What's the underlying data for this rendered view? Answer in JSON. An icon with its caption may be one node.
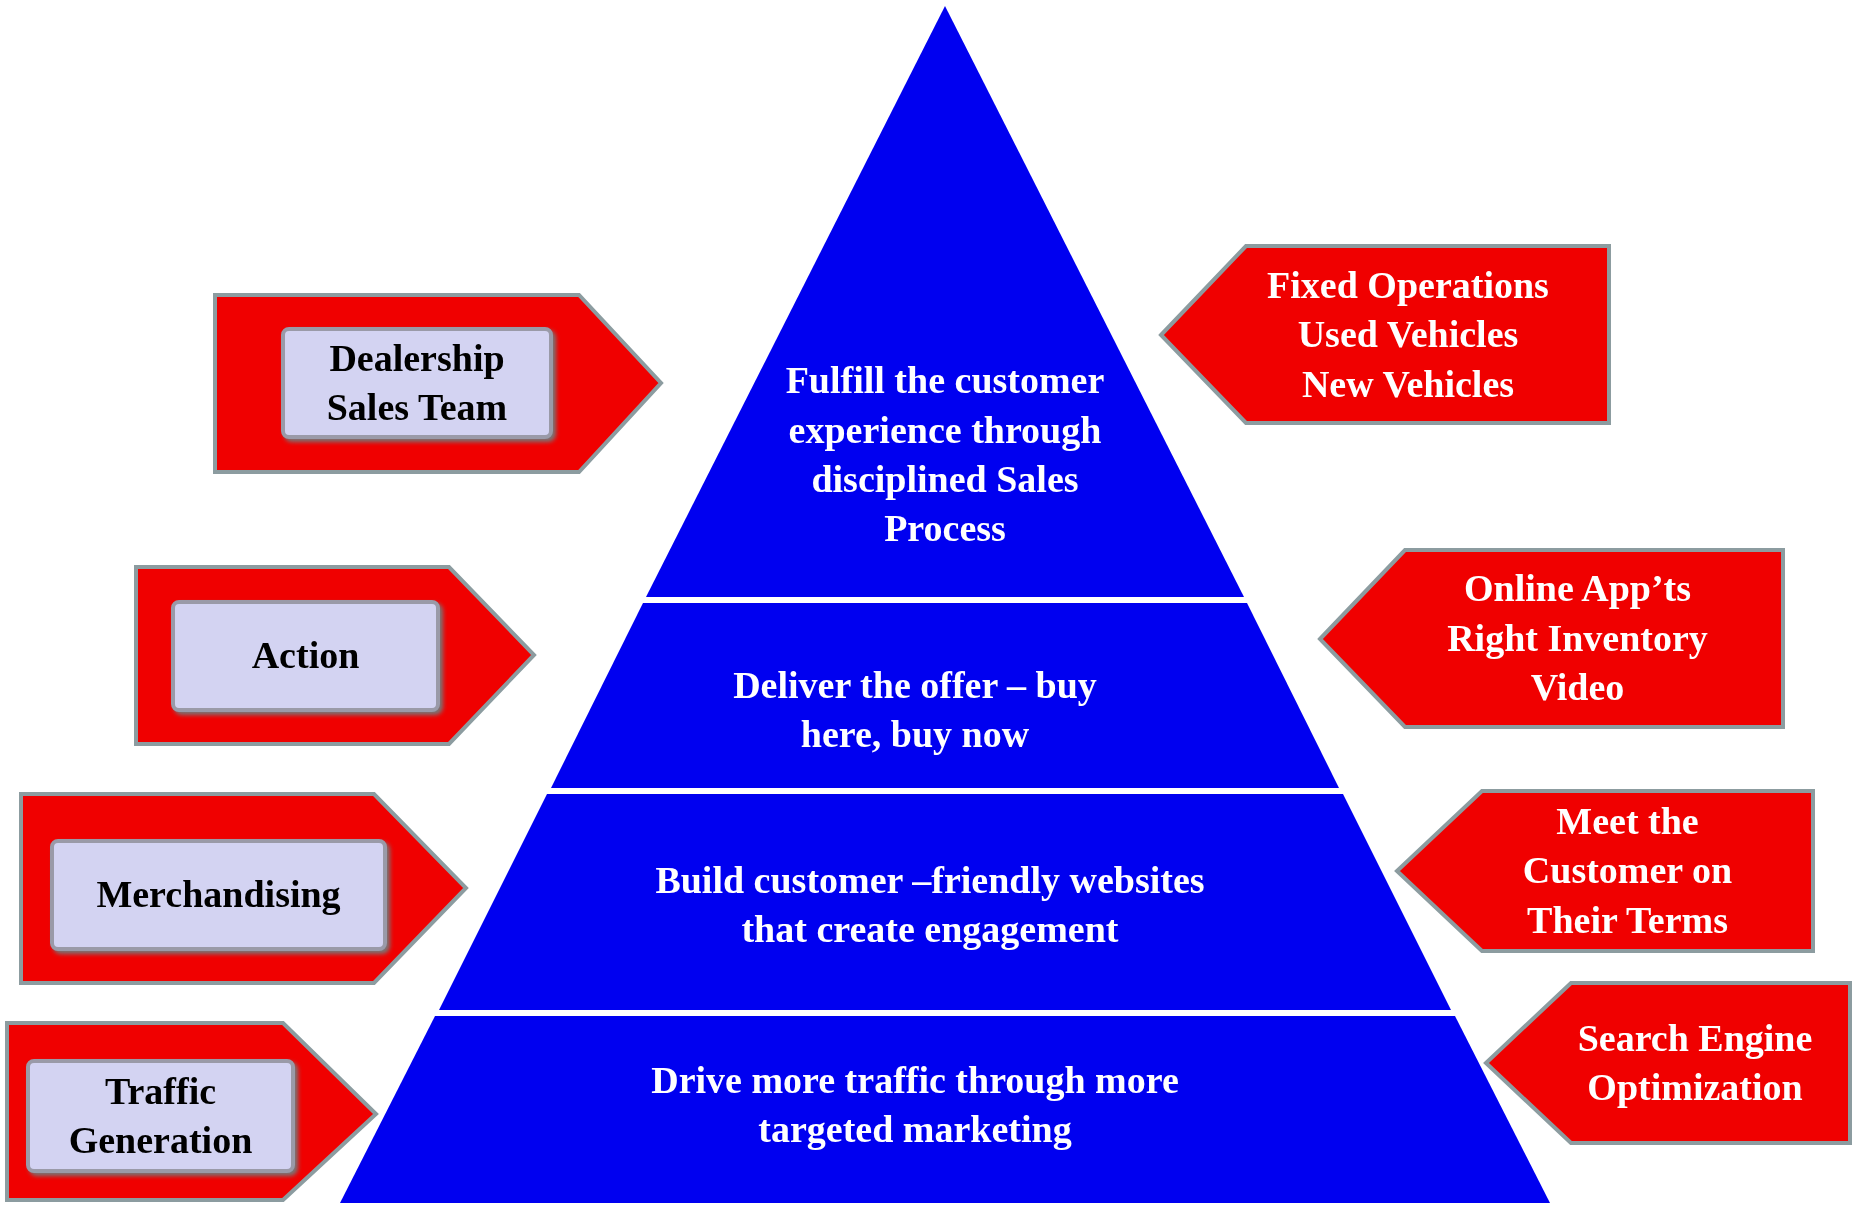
{
  "diagram": {
    "nodes": [
      {
        "text": [],
        "shape": "arrow"
      },
      {
        "text": [
          "Dealership Sales Team"
        ],
        "in": 0
      },
      {
        "text": [],
        "shape": "arrow"
      },
      {
        "text": [
          "Action"
        ],
        "in": 2
      },
      {
        "text": [],
        "shape": "arrow"
      },
      {
        "text": [
          "Merchandising"
        ],
        "in": 4
      },
      {
        "text": [],
        "shape": "arrow"
      },
      {
        "text": [
          "Traffic Generation"
        ],
        "in": 6
      },
      {
        "text": [
          "Fulfill the customer experience through disciplined Sales Process"
        ]
      },
      {
        "text": [
          "Deliver the offer – buy here, buy now"
        ]
      },
      {
        "text": [
          "Build customer –friendly websites that create engagement"
        ]
      },
      {
        "text": [
          "Drive more traffic through more targeted marketing"
        ]
      },
      {
        "text": [
          "Fixed Operations",
          "Used Vehicles",
          "New Vehicles"
        ]
      },
      {
        "text": [
          "Online App’ts",
          "Right Inventory",
          "Video"
        ]
      },
      {
        "text": [
          "Meet the Customer on Their Terms"
        ]
      },
      {
        "text": [
          "Search Engine Optimization"
        ]
      }
    ],
    "edges": []
  }
}
